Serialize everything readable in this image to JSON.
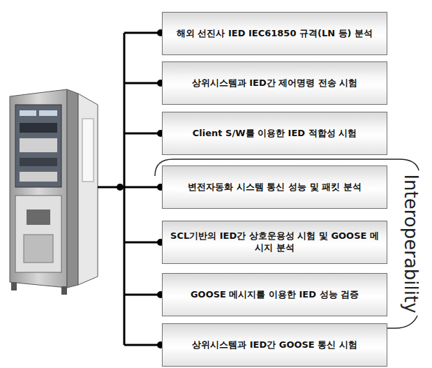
{
  "diagram": {
    "nodes": [
      {
        "text": [
          "해외 선진사 IED IEC61850 규격(LN 등) 분석"
        ]
      },
      {
        "text": [
          "상위시스템과 IED간 제어명령 전송 시험"
        ]
      },
      {
        "text": [
          "Client S/W를 이용한 IED 적합성 시험"
        ]
      },
      {
        "text": [
          "변전자동화 시스템 통신 성능 및 패킷 분석"
        ]
      },
      {
        "text": [
          "SCL기반의 IED간 상호운용성 시험 및 GOOSE 메시지 분석"
        ]
      },
      {
        "text": [
          "GOOSE 메시지를 이용한 IED 성능 검증"
        ]
      },
      {
        "text": [
          "상위시스템과 IED간 GOOSE 통신 시험"
        ]
      }
    ],
    "labels": [
      "Interoperability"
    ]
  }
}
